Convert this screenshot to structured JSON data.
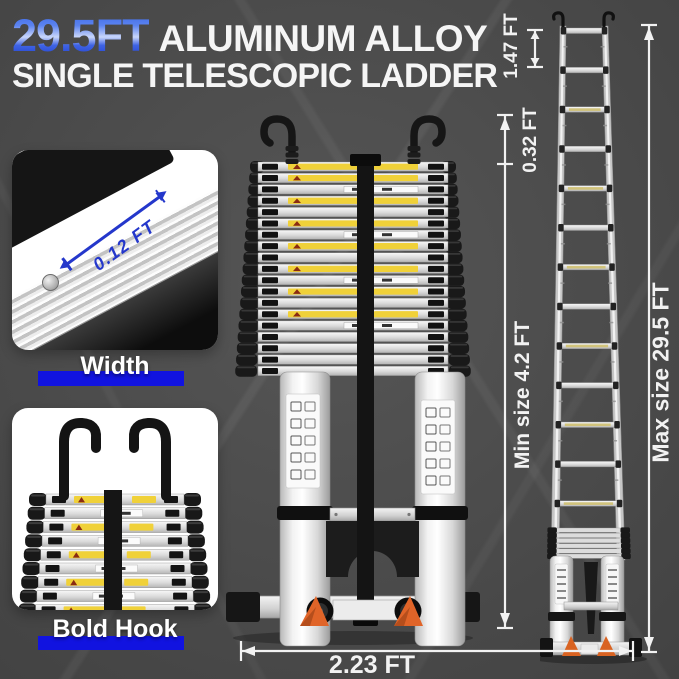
{
  "title": {
    "size": "29.5FT",
    "rest": "ALUMINUM ALLOY",
    "line2": "SINGLE TELESCOPIC LADDER"
  },
  "insets": {
    "width": {
      "measurement": "0.12 FT",
      "caption": "Width"
    },
    "hook": {
      "caption": "Bold Hook"
    }
  },
  "dimensions": {
    "hook_height": "1.47 FT",
    "rung_spacing": "0.32 FT",
    "min_size": "Min size 4.2 FT",
    "max_size": "Max size 29.5 FT",
    "base_width": "2.23 FT"
  },
  "colors": {
    "background": "#4c4c4c",
    "caption_bar_blue": "#1113e0",
    "measure_blue": "#2437cb",
    "title_blue": "#3565e8",
    "dimension_white": "#f2f2f2",
    "warning_yellow": "#f0d139",
    "foot_orange": "#d96322"
  }
}
